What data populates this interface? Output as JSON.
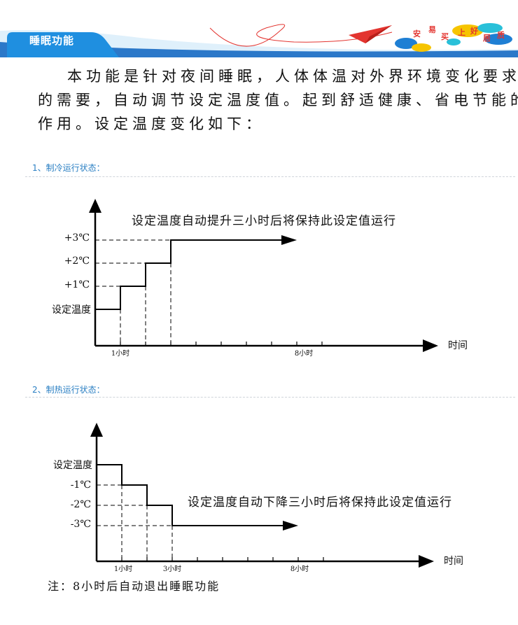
{
  "banner": {
    "title": "睡眠功能",
    "slogan_chars": [
      "安",
      "易",
      "买",
      "上",
      "好",
      "居",
      "质"
    ],
    "colors": {
      "tab": "#1f8fe0",
      "stripe": "#2b78c9",
      "plane": "#e3342f",
      "bubble_yellow": "#f6c400",
      "bubble_blue": "#1e7fd4",
      "bubble_cyan": "#29c0d9"
    }
  },
  "intro": {
    "lines": [
      "本功能是针对夜间睡眠，人体体温对外界环境变化要求",
      "的需要，自动调节设定温度值。起到舒适健康、省电节能的",
      "作用。设定温度变化如下："
    ]
  },
  "sections": [
    {
      "heading": "1、制冷运行状态："
    },
    {
      "heading": "2、制热运行状态："
    }
  ],
  "charts": [
    {
      "mode": "cooling",
      "annotation": "设定温度自动提升三小时后将保持此设定值运行",
      "y_labels": [
        "+3℃",
        "+2℃",
        "+1℃",
        "设定温度"
      ],
      "x_tick_labels": [
        "1小时",
        "8小时"
      ],
      "x_axis_label": "时间"
    },
    {
      "mode": "heating",
      "annotation": "设定温度自动下降三小时后将保持此设定值运行",
      "y_labels": [
        "设定温度",
        "-1℃",
        "-2℃",
        "-3℃"
      ],
      "x_tick_labels": [
        "1小时",
        "3小时",
        "8小时"
      ],
      "x_axis_label": "时间"
    }
  ],
  "chart_data": [
    {
      "type": "line",
      "title": "",
      "xlabel": "时间",
      "ylabel": "",
      "series": [
        {
          "x": [
            0,
            1,
            2,
            3,
            8
          ],
          "y": [
            0,
            1,
            2,
            3,
            3
          ]
        }
      ],
      "y_tick_labels": [
        "设定温度",
        "+1℃",
        "+2℃",
        "+3℃"
      ],
      "x_tick_labels": [
        "1小时",
        "8小时"
      ],
      "step": true
    },
    {
      "type": "line",
      "title": "",
      "xlabel": "时间",
      "ylabel": "",
      "series": [
        {
          "x": [
            0,
            1,
            2,
            3,
            8
          ],
          "y": [
            0,
            -1,
            -2,
            -3,
            -3
          ]
        }
      ],
      "y_tick_labels": [
        "设定温度",
        "-1℃",
        "-2℃",
        "-3℃"
      ],
      "x_tick_labels": [
        "1小时",
        "3小时",
        "8小时"
      ],
      "step": true
    }
  ],
  "footnote": "注：8小时后自动退出睡眠功能"
}
